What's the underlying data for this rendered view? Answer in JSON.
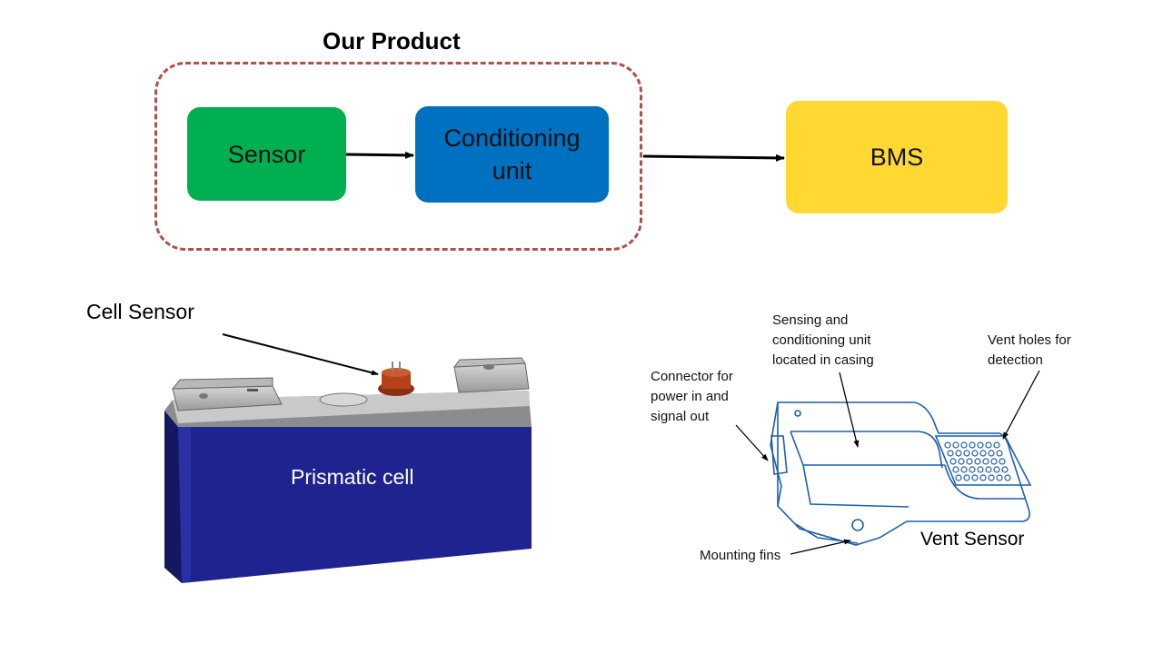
{
  "diagram": {
    "title": "Our Product",
    "blocks": {
      "sensor": "Sensor",
      "conditioning": "Conditioning unit",
      "bms": "BMS"
    },
    "cell": {
      "callout": "Cell Sensor",
      "body_label": "Prismatic cell"
    },
    "vent": {
      "title": "Vent Sensor",
      "callouts": {
        "casing": "Sensing and conditioning unit located in casing",
        "holes": "Vent holes for detection",
        "connector": "Connector for power in and signal out",
        "fins": "Mounting fins"
      }
    },
    "colors": {
      "sensor": "#00b050",
      "conditioning": "#0070c0",
      "bms": "#ffd931",
      "dashed_border": "#b0504a",
      "cell_body": "#1f238f",
      "cell_sensor": "#b5421c",
      "vent_outline": "#1d5fae"
    }
  }
}
